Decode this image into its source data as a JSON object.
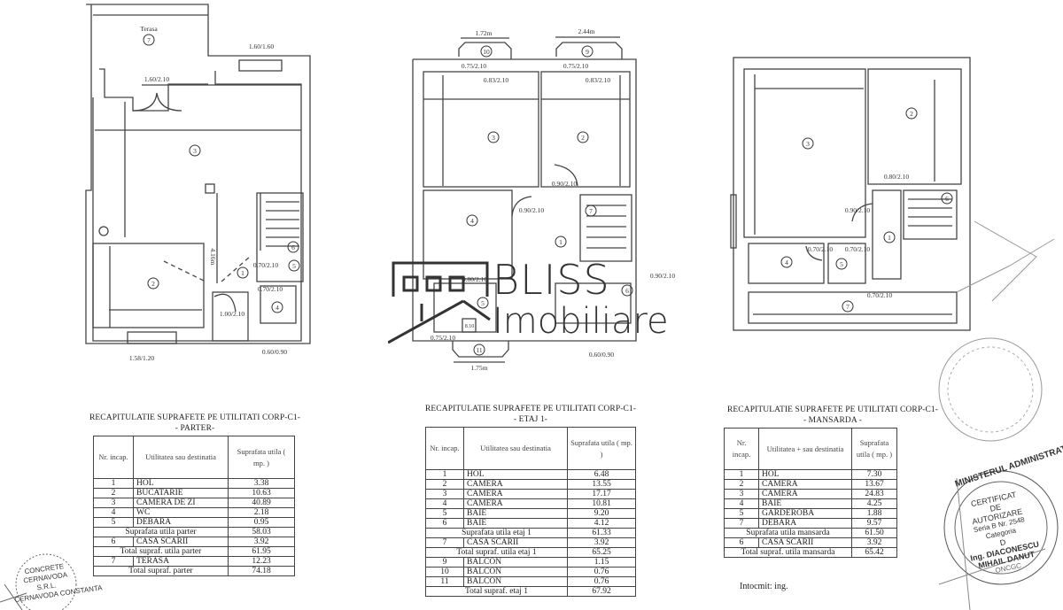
{
  "plans": {
    "parter": {
      "terrace_label": "Terasa",
      "rooms": [
        "7",
        "3",
        "2",
        "1",
        "5",
        "6",
        "4"
      ],
      "dims": [
        "1.60/1.60",
        "1.60/2.10",
        "0.70/2.10",
        "0.70/2.10",
        "1.00/2.10",
        "1.58/1.20",
        "0.60/0.90",
        "4.16m"
      ]
    },
    "etaj": {
      "rooms": [
        "10",
        "9",
        "3",
        "2",
        "4",
        "7",
        "1",
        "5",
        "6",
        "11"
      ],
      "dims": [
        "1.72m",
        "2.44m",
        "0.75/2.10",
        "0.75/2.10",
        "0.83/2.10",
        "0.83/2.10",
        "0.90/2.10",
        "0.90/2.10",
        "0.80/2.10",
        "0.90/2.10",
        "0.75/2.10",
        "0.60/0.90",
        "1.75m",
        "8.10"
      ]
    },
    "mansarda": {
      "rooms": [
        "3",
        "2",
        "6",
        "1",
        "4",
        "5",
        "7"
      ],
      "dims": [
        "0.80/2.10",
        "0.90/2.10",
        "0.70/2.10",
        "0.70/2.10",
        "0.70/2.10"
      ]
    }
  },
  "logo": {
    "line1": "BLISS",
    "line2": "Imobiliare"
  },
  "tables": [
    {
      "title": "RECAPITULATIE SUPRAFETE PE UTILITATI   CORP-C1-",
      "subtitle": "- PARTER-",
      "headers": [
        "Nr. incap.",
        "Utilitatea sau destinatia",
        "Suprafata utila ( mp. )"
      ],
      "rows": [
        [
          "1",
          "HOL",
          "3.38"
        ],
        [
          "2",
          "BUCATARIE",
          "10.63"
        ],
        [
          "3",
          "CAMERA DE ZI",
          "40.89"
        ],
        [
          "4",
          "WC",
          "2.18"
        ],
        [
          "5",
          "DEBARA",
          "0.95"
        ],
        [
          "",
          "Suprafata utila parter",
          "58.03"
        ],
        [
          "6",
          "CASA SCARII",
          "3.92"
        ],
        [
          "",
          "Total supraf. utila parter",
          "61.95"
        ],
        [
          "7",
          "TERASA",
          "12.23"
        ],
        [
          "",
          "Total supraf. parter",
          "74.18"
        ]
      ]
    },
    {
      "title": "RECAPITULATIE SUPRAFETE PE UTILITATI   CORP-C1-",
      "subtitle": "- ETAJ 1-",
      "headers": [
        "Nr. incap.",
        "Utilitatea sau destinatia",
        "Suprafata utila ( mp. )"
      ],
      "rows": [
        [
          "1",
          "HOL",
          "6.48"
        ],
        [
          "2",
          "CAMERA",
          "13.55"
        ],
        [
          "3",
          "CAMERA",
          "17.17"
        ],
        [
          "4",
          "CAMERA",
          "10.81"
        ],
        [
          "5",
          "BAIE",
          "9.20"
        ],
        [
          "6",
          "BAIE",
          "4.12"
        ],
        [
          "",
          "Suprafata utila etaj 1",
          "61.33"
        ],
        [
          "7",
          "CASA SCARII",
          "3.92"
        ],
        [
          "",
          "Total supraf. utila etaj 1",
          "65.25"
        ],
        [
          "9",
          "BALCON",
          "1.15"
        ],
        [
          "10",
          "BALCON",
          "0.76"
        ],
        [
          "11",
          "BALCON",
          "0.76"
        ],
        [
          "",
          "Total supraf. etaj 1",
          "67.92"
        ]
      ]
    },
    {
      "title": "RECAPITULATIE SUPRAFETE PE UTILITATI   CORP-C1-",
      "subtitle": "- MANSARDA -",
      "headers": [
        "Nr. incap.",
        "Utilitatea + sau destinatia",
        "Suprafata utila ( mp. )"
      ],
      "rows": [
        [
          "1",
          "HOL",
          "7.30"
        ],
        [
          "2",
          "CAMERA",
          "13.67"
        ],
        [
          "3",
          "CAMERA",
          "24.83"
        ],
        [
          "4",
          "BAIE",
          "4.25"
        ],
        [
          "5",
          "GARDEROBA",
          "1.88"
        ],
        [
          "7",
          "DEBARA",
          "9.57"
        ],
        [
          "",
          "Suprafata utila mansarda",
          "61.50"
        ],
        [
          "6",
          "CASA SCARII",
          "3.92"
        ],
        [
          "",
          "Total supraf. utila mansarda",
          "65.42"
        ]
      ]
    }
  ],
  "footer": {
    "intocmit": "Intocmit: ing."
  },
  "stamps": {
    "ministry": [
      "MINISTERUL ADMINISTRATIEI PUBLICE",
      "CERTIFICAT",
      "DE",
      "AUTORIZARE",
      "Seria B Nr. 2548",
      "Categoria",
      "D",
      "Ing. DIACONESCU",
      "MIHAIL DANUT",
      "ONCGC"
    ],
    "company": [
      "CONCRETE",
      "CERNAVODA",
      "S.R.L.",
      "CERNAVODA CONSTANTA"
    ]
  }
}
